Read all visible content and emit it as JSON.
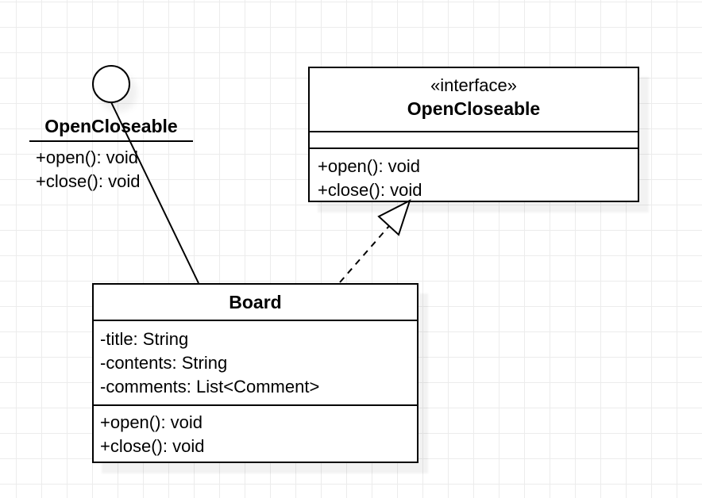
{
  "canvas": {
    "grid_color": "#ececec",
    "stroke_color": "#000000",
    "fill_color": "#ffffff"
  },
  "lollipop": {
    "name": "OpenCloseable",
    "operations": [
      "+open(): void",
      "+close(): void"
    ]
  },
  "interface_box": {
    "stereotype": "«interface»",
    "name": "OpenCloseable",
    "operations": [
      "+open(): void",
      "+close(): void"
    ]
  },
  "board": {
    "name": "Board",
    "attributes": [
      "-title: String",
      "-contents: String",
      "-comments: List<Comment>"
    ],
    "operations": [
      "+open(): void",
      "+close(): void"
    ]
  }
}
